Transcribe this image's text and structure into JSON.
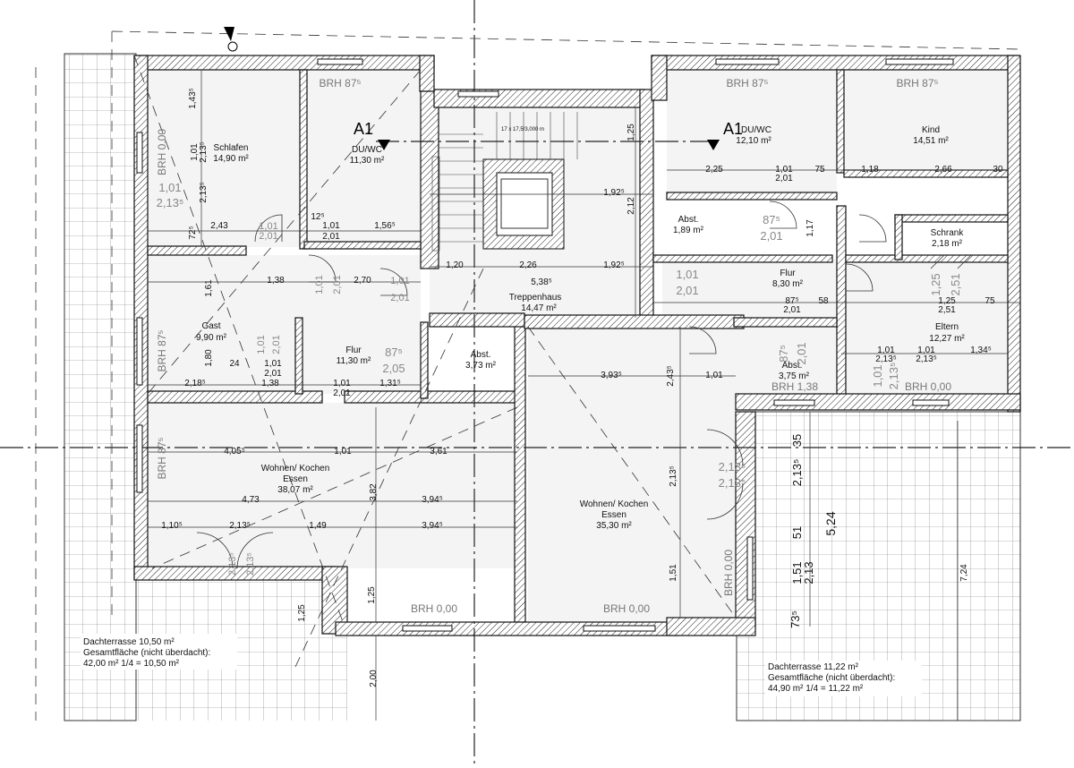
{
  "section_markers": {
    "left": "A1",
    "right": "A1"
  },
  "rooms": {
    "schlafen": {
      "name": "Schlafen",
      "area": "14,90 m²"
    },
    "du_wc_left": {
      "name": "DU/WC",
      "area": "11,30 m²"
    },
    "du_wc_right": {
      "name": "DU/WC",
      "area": "12,10 m²"
    },
    "kind": {
      "name": "Kind",
      "area": "14,51 m²"
    },
    "abst_a": {
      "name": "Abst.",
      "area": "1,89 m²"
    },
    "schrank": {
      "name": "Schrank",
      "area": "2,18 m²"
    },
    "gast": {
      "name": "Gast",
      "area": "9,90 m²"
    },
    "flur_left": {
      "name": "Flur",
      "area": "11,30 m²"
    },
    "treppenhaus": {
      "name": "Treppenhaus",
      "area": "14,47 m²"
    },
    "flur_right": {
      "name": "Flur",
      "area": "8,30 m²"
    },
    "eltern": {
      "name": "Eltern",
      "area": "12,27 m²"
    },
    "abst_b": {
      "name": "Abst.",
      "area": "3,73 m²"
    },
    "abst_c": {
      "name": "Abst.",
      "area": "3,75 m²"
    },
    "wohnen_left": {
      "name1": "Wohnen/ Kochen",
      "name2": "Essen",
      "area": "38,07 m²"
    },
    "wohnen_right": {
      "name1": "Wohnen/ Kochen",
      "name2": "Essen",
      "area": "35,30 m²"
    }
  },
  "brh": {
    "top_left": "BRH 87⁵",
    "top_mid": "BRH 87⁵",
    "top_right": "BRH 87⁵",
    "left_upper": "BRH 0,00",
    "left_mid": "BRH 87⁵",
    "left_lower": "BRH 87⁵",
    "bottom_left": "BRH 0,00",
    "bottom_mid": "BRH 0,00",
    "right_vert": "BRH 0,00",
    "abst_c": "BRH 1,38",
    "eltern": "BRH 0,00"
  },
  "stair_label": "17 x 17,5/3,000 m",
  "terrace_left": {
    "line1": "Dachterrasse 10,50 m²",
    "line2": "Gesamtfläche (nicht überdacht):",
    "line3": "42,00 m² 1/4 = 10,50 m²"
  },
  "terrace_right": {
    "line1": "Dachterrasse 11,22 m²",
    "line2": "Gesamtfläche (nicht überdacht):",
    "line3": "44,90 m² 1/4 = 11,22 m²"
  },
  "dimensions": {
    "d_243": "2,43",
    "d_156": "1,56⁵",
    "d_101a": "1,01",
    "d_201a": "2,01",
    "d_125a": "12⁵",
    "d_138": "1,38",
    "d_270": "2,70",
    "d_218": "2,18⁵",
    "d_138b": "1,38",
    "d_24": "24",
    "d_101b": "1,01",
    "d_201b": "2,01",
    "d_131": "1,31⁵",
    "d_101c": "1,01",
    "d_201c": "2,01",
    "d_405": "4,05⁵",
    "d_101d": "1,01",
    "d_361": "3,61",
    "d_473": "4,73",
    "d_394a": "3,94⁵",
    "d_110": "1,10⁵",
    "d_213": "2,13⁵",
    "d_149": "1,49",
    "d_394b": "3,94⁵",
    "d_382": "3,82",
    "d_125b": "1,25",
    "d_125c": "1,25",
    "d_200": "2,00",
    "d_120": "1,20",
    "d_226": "2,26",
    "d_538": "5,38⁵",
    "d_192a": "1,92⁵",
    "d_192b": "1,92⁵",
    "d_212": "2,12",
    "d_125d": "1,25",
    "d_393": "3,93⁵",
    "d_243b": "2,43⁵",
    "d_213b": "2,13⁵",
    "d_151": "1,51",
    "d_225": "2,25",
    "d_101e": "1,01",
    "d_75a": "75",
    "d_201e": "2,01",
    "d_118": "1,18",
    "d_266": "2,66",
    "d_30": "30",
    "d_117": "1,17",
    "d_875": "87⁵",
    "d_201f": "2,01",
    "d_58": "58",
    "d_101f": "1,01",
    "d_134": "1,34⁵",
    "d_213c": "2,13⁵",
    "d_213d": "2,13⁵",
    "d_125e": "1,25",
    "d_251": "2,51",
    "d_75b": "75",
    "d_101g": "1,01",
    "d_524": "5,24",
    "d_724": "7,24",
    "d_35": "35",
    "d_213e": "2,13⁵",
    "d_51": "51",
    "d_151b": "1,51",
    "d_213f": "2,13",
    "d_735": "73⁵",
    "d_161": "1,61",
    "d_180": "1,80",
    "d_101h": "1,01",
    "d_213g": "2,13⁵",
    "d_72": "72⁵",
    "d_143": "1,43⁵",
    "d_213h": "2,13⁵",
    "d_101i": "1,01"
  },
  "door_labels": {
    "dl1": "1,01",
    "dl2": "2,13⁵",
    "dl3": "1,01",
    "dl4": "2,01",
    "dl5": "1,01",
    "dl6": "2,01",
    "dl7": "1,01",
    "dl8": "2,01",
    "dl9": "1,01",
    "dl10": "2,01",
    "dl11": "87⁵",
    "dl12": "2,05",
    "dl13": "2,13⁵",
    "dl14": "2,13⁵",
    "dl15": "87⁵",
    "dl16": "2,01",
    "dl17": "1,01",
    "dl18": "2,01",
    "dl19": "1,25",
    "dl20": "2,51",
    "dl21": "1,01",
    "dl22": "2,13⁵",
    "dl23": "2,13⁵",
    "dl24": "2,13⁵",
    "dl25": "87⁵",
    "dl26": "2,01"
  }
}
